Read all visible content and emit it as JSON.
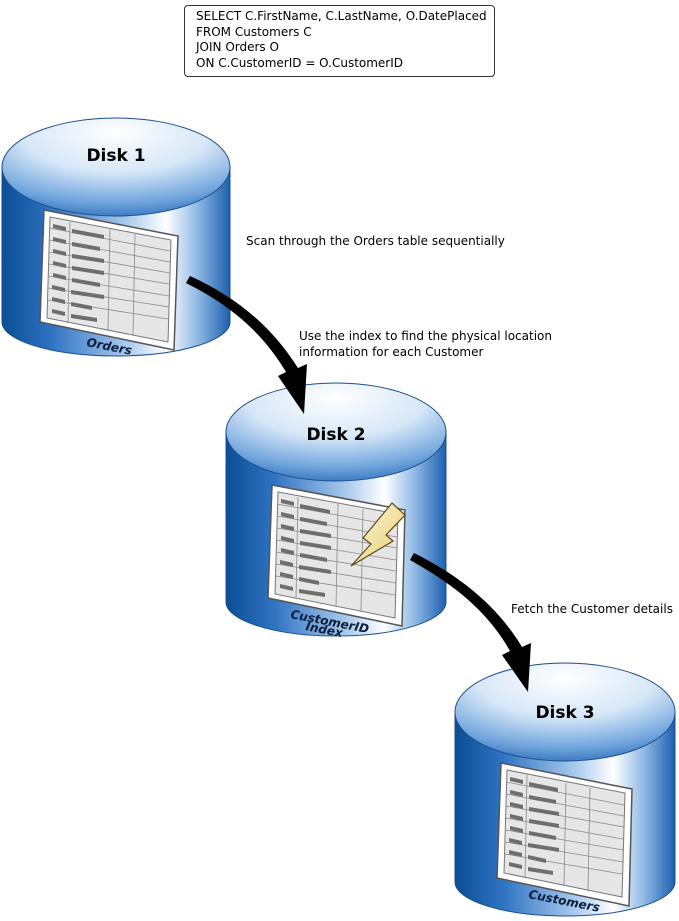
{
  "sql": {
    "lines": [
      "SELECT C.FirstName, C.LastName, O.DatePlaced",
      "FROM Customers C",
      "JOIN Orders O",
      "ON C.CustomerID = O.CustomerID"
    ]
  },
  "disks": [
    {
      "title": "Disk 1",
      "table_label": "Orders"
    },
    {
      "title": "Disk 2",
      "table_label_line1": "CustomerID",
      "table_label_line2": "Index"
    },
    {
      "title": "Disk 3",
      "table_label": "Customers"
    }
  ],
  "notes": {
    "scan": "Scan through the Orders table sequentially",
    "index_line1": "Use the index to find the physical location",
    "index_line2": "information for each Customer",
    "fetch": "Fetch the Customer details"
  },
  "colors": {
    "disk_dark": "#0b4d96",
    "disk_mid": "#5d9ad6",
    "disk_light": "#ffffff",
    "table_bg": "#e8e8e8",
    "bar": "#6e6e6e",
    "arrow": "#000000",
    "bolt": "#f7eab0"
  }
}
